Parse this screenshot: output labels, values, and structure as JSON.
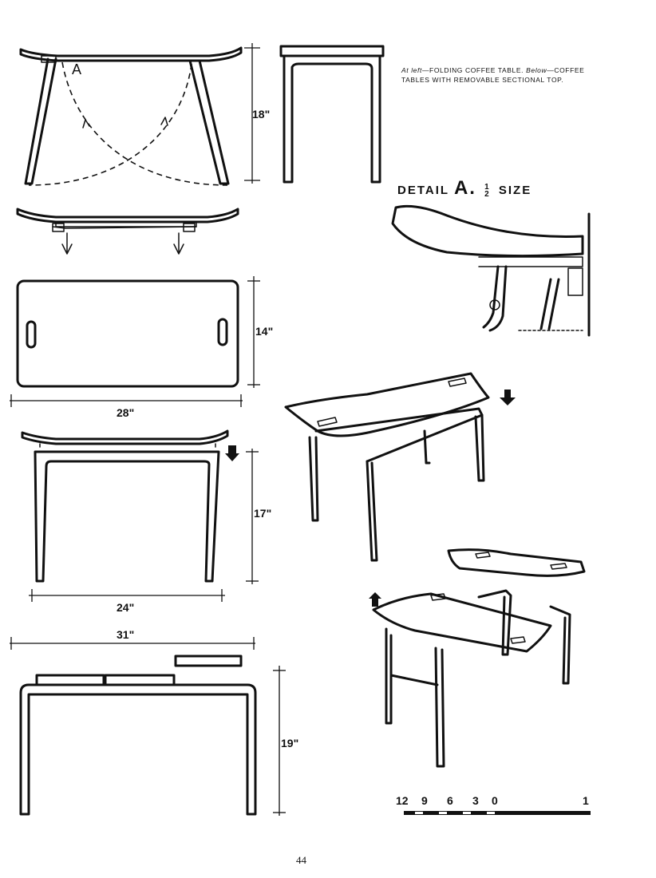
{
  "caption": {
    "part1": "At left",
    "part2": "—FOLDING COFFEE TABLE. ",
    "part3": "Below",
    "part4": "—COFFEE TABLES WITH REMOVABLE SECTIONAL TOP."
  },
  "detail": {
    "prefix": "DETAIL",
    "letter": "A.",
    "fraction_num": "1",
    "fraction_den": "2",
    "suffix": "SIZE"
  },
  "callout_letter": "A",
  "dimensions": {
    "folding_height": "18\"",
    "top_width": "14\"",
    "top_length": "28\"",
    "table2_height": "17\"",
    "table2_width": "24\"",
    "table3_width": "31\"",
    "table3_height": "19\""
  },
  "scale_bar": {
    "labels": [
      "12",
      "9",
      "6",
      "3",
      "0",
      "1"
    ]
  },
  "page_number": "44"
}
